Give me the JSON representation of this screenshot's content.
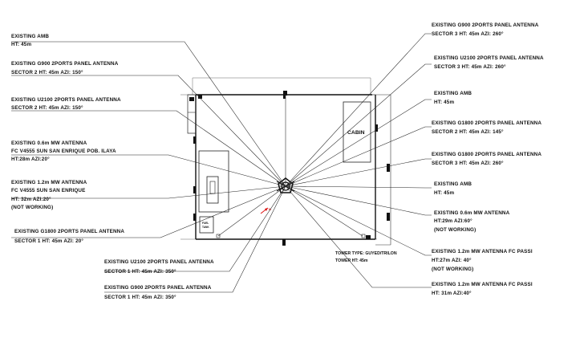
{
  "labels": {
    "amb_left_1": "EXISTING AMB",
    "amb_left_2": "HT: 45m",
    "g900_s2_1": "EXISTING G900 2PORTS PANEL ANTENNA",
    "g900_s2_2": "SECTOR 2 HT: 45m AZI: 150°",
    "u2100_s2_1": "EXISTING U2100 2PORTS PANEL ANTENNA",
    "u2100_s2_2": "SECTOR 2 HT: 45m AZI: 150°",
    "mw06_1": "EXISTING 0.6m MW ANTENNA",
    "mw06_2": "FC V4555 SUN SAN ENRIQUE POB. ILAYA",
    "mw06_3": "HT:28m      AZI:20°",
    "mw12_1": "EXISTING 1.2m MW ANTENNA",
    "mw12_2": "FC V4555 SUN SAN ENRIQUE",
    "mw12_3": "HT: 32m      AZI:20°",
    "mw12_4": "(NOT WORKING)",
    "g1800_s1_1": "EXISTING G1800 2PORTS PANEL ANTENNA",
    "g1800_s1_2": "SECTOR 1 HT: 45m AZI: 20°",
    "u2100_s1_1": "EXISTING U2100 2PORTS PANEL ANTENNA",
    "u2100_s1_2": "SECTOR 1 HT: 45m AZI: 350°",
    "g900_s1_1": "EXISTING G900 2PORTS PANEL ANTENNA",
    "g900_s1_2": "SECTOR 1 HT: 45m AZI: 350°",
    "g900_s3_1": "EXISTING G900 2PORTS PANEL ANTENNA",
    "g900_s3_2": "SECTOR 3 HT: 45m AZI: 260°",
    "u2100_s3_1": "EXISTING U2100 2PORTS PANEL ANTENNA",
    "u2100_s3_2": "SECTOR 3 HT: 45m AZI: 260°",
    "amb_right_1": "EXISTING AMB",
    "amb_right_2": "HT: 45m",
    "g1800_s2_1": "EXISTING G1800 2PORTS PANEL ANTENNA",
    "g1800_s2_2": "SECTOR 2 HT: 45m AZI: 145°",
    "g1800_s3_1": "EXISTING G1800 2PORTS PANEL ANTENNA",
    "g1800_s3_2": "SECTOR 3 HT: 45m AZI: 260°",
    "amb_right2_1": "EXISTING AMB",
    "amb_right2_2": "HT: 45m",
    "mw06r_1": "EXISTING 0.6m MW ANTENNA",
    "mw06r_2": "HT:29m      AZI:60°",
    "mw06r_3": "(NOT WORKING)",
    "tower_type": "TOWER TYPE: GUYED/TRILON",
    "tower_ht": "TOWER HT: 45m",
    "mw12_pass1_1": "EXISTING 1.2m MW ANTENNA FC PASSI",
    "mw12_pass1_2": "HT:27m        AZI: 40°",
    "mw12_pass1_3": "(NOT WORKING)",
    "mw12_pass2_1": "EXISTING 1.2m MW ANTENNA FC PASSI",
    "mw12_pass2_2": "HT: 31m       AZI:40°",
    "cabin": "CABIN",
    "fuel_1": "FUEL",
    "fuel_2": "TANK",
    "north": "N"
  }
}
